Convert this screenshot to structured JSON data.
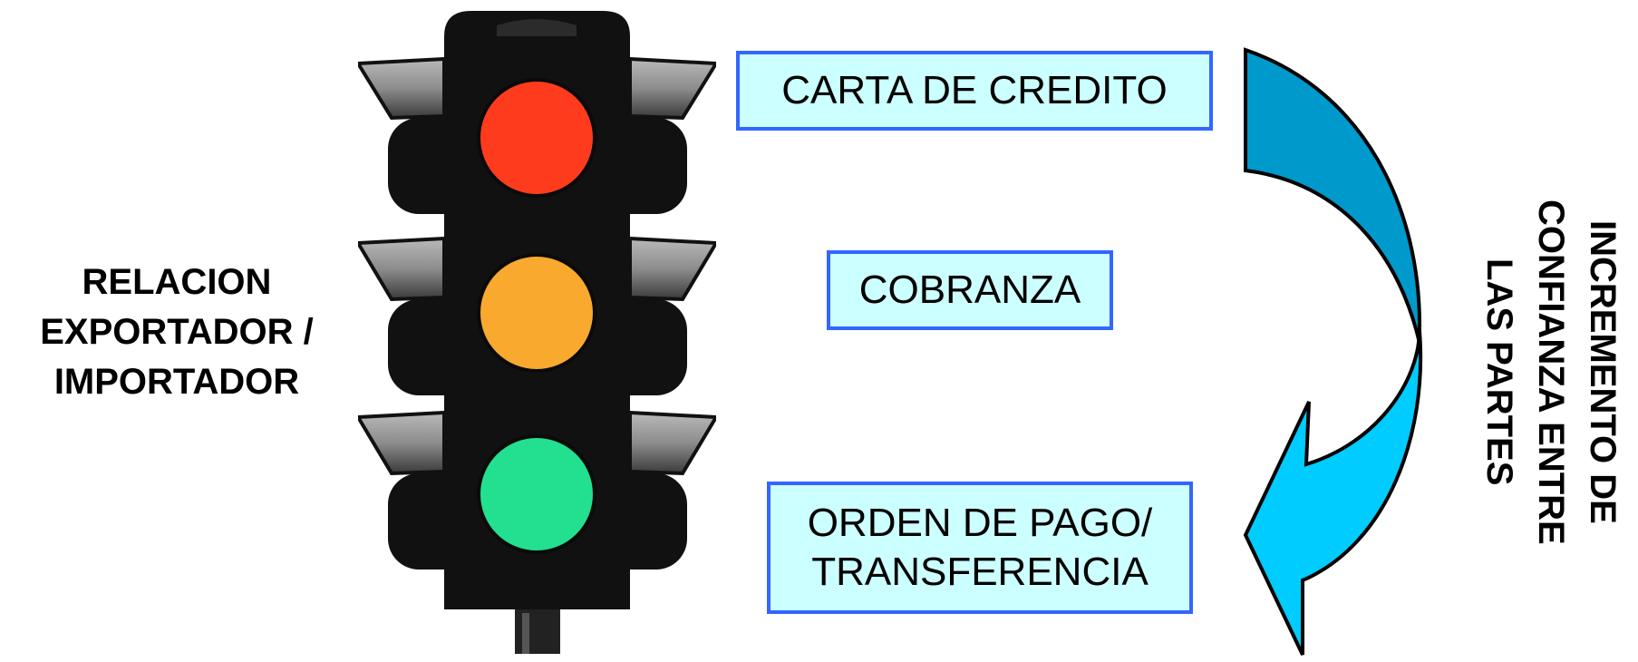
{
  "left_label": {
    "lines": [
      "RELACION",
      "EXPORTADOR /",
      "IMPORTADOR"
    ]
  },
  "traffic_light": {
    "lights": [
      {
        "name": "red",
        "color": "#ff3b1e"
      },
      {
        "name": "amber",
        "color": "#f8a92e"
      },
      {
        "name": "green",
        "color": "#22e08f"
      }
    ],
    "housing_color": "#111111"
  },
  "boxes": {
    "carta": {
      "lines": [
        "CARTA DE CREDITO"
      ]
    },
    "cobranza": {
      "lines": [
        "COBRANZA"
      ]
    },
    "orden": {
      "lines": [
        "ORDEN DE PAGO/",
        "TRANSFERENCIA"
      ]
    }
  },
  "box_style": {
    "fill": "#ccffff",
    "border": "#3366ff"
  },
  "arrow": {
    "color_top": "#0099cc",
    "color_bottom": "#00ccff"
  },
  "right_label": {
    "lines": [
      "INCREMENTO  DE",
      "CONFIANZA ENTRE",
      "LAS PARTES"
    ]
  }
}
